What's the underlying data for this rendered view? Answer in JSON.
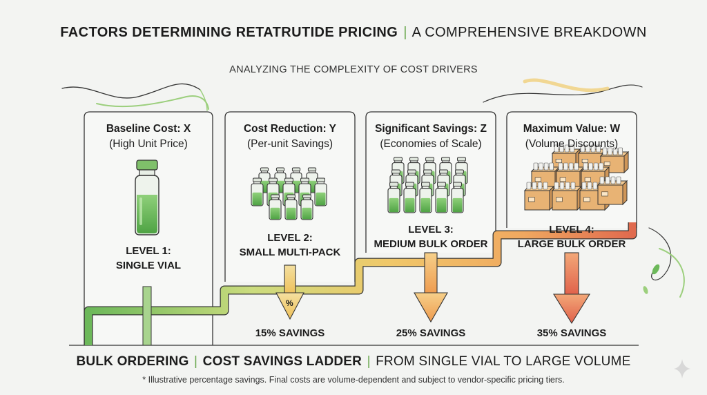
{
  "title": {
    "bold": "FACTORS DETERMINING RETATRUTIDE PRICING",
    "separator": "|",
    "rest": "A COMPREHENSIVE BREAKDOWN"
  },
  "subtitle": "ANALYZING THE COMPLEXITY OF COST DRIVERS",
  "cards": [
    {
      "heading": "Baseline Cost: X",
      "sub": "(High Unit Price)",
      "level_line1": "LEVEL 1:",
      "level_line2": "SINGLE VIAL"
    },
    {
      "heading": "Cost Reduction: Y",
      "sub": "(Per-unit Savings)",
      "level_line1": "LEVEL 2:",
      "level_line2": "SMALL MULTI-PACK",
      "savings": "15% SAVINGS"
    },
    {
      "heading": "Significant Savings: Z",
      "sub": "(Economies of Scale)",
      "level_line1": "LEVEL 3:",
      "level_line2": "MEDIUM BULK ORDER",
      "savings": "25% SAVINGS"
    },
    {
      "heading": "Maximum Value: W",
      "sub": "(Volume Discounts)",
      "level_line1": "LEVEL 4:",
      "level_line2": "LARGE BULK ORDER",
      "savings": "35% SAVINGS"
    }
  ],
  "arrow_symbol": "%",
  "footer": {
    "part1": "BULK ORDERING",
    "part2": "COST SAVINGS LADDER",
    "part3": "FROM SINGLE VIAL TO LARGE VOLUME",
    "separator": "|"
  },
  "note": "* Illustrative percentage savings. Final costs are volume-dependent and subject to vendor-specific pricing tiers.",
  "colors": {
    "green": "#6cb85a",
    "yellow": "#e8c25a",
    "orange": "#eea05a",
    "red": "#e06a4e",
    "accent": "#6aa84f"
  }
}
